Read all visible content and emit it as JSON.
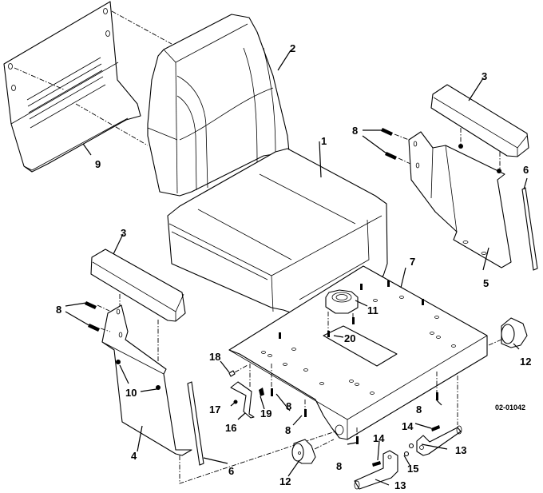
{
  "figure": {
    "id_label": "02-01042",
    "description": "Exploded view of seat assembly"
  },
  "callouts": {
    "c1": "1",
    "c2": "2",
    "c3_right": "3",
    "c3_left": "3",
    "c4": "4",
    "c5": "5",
    "c6_right": "6",
    "c6_bottom": "6",
    "c7": "7",
    "c8_right_upper": "8",
    "c8_left_upper": "8",
    "c8_mid_a": "8",
    "c8_mid_b": "8",
    "c8_bottom": "8",
    "c8_right_lower": "8",
    "c9": "9",
    "c10": "10",
    "c11": "11",
    "c12_right": "12",
    "c12_bottom": "12",
    "c13_right": "13",
    "c13_bottom": "13",
    "c14_right": "14",
    "c14_bottom": "14",
    "c15": "15",
    "c16": "16",
    "c17": "17",
    "c18": "18",
    "c19": "19",
    "c20": "20"
  }
}
